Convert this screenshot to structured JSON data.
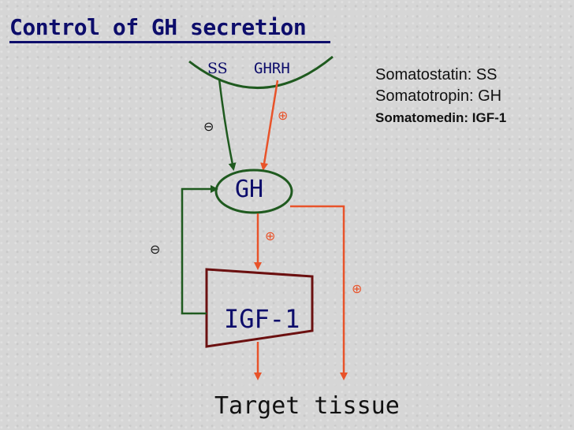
{
  "title": "Control of GH secretion",
  "nodes": {
    "ss": "SS",
    "ghrh": "GHRH",
    "gh": "GH",
    "igf1": "IGF-1",
    "target": "Target tissue"
  },
  "legend": [
    "Somatostatin: SS",
    "Somatotropin: GH",
    "Somatomedin: IGF-1"
  ],
  "signs": {
    "plus": "⊕",
    "minus": "⊖"
  },
  "colors": {
    "title": "#0d0d6b",
    "inhibition": "#1f5a1f",
    "stimulation": "#e8532a",
    "igf_box": "#6b1010"
  }
}
